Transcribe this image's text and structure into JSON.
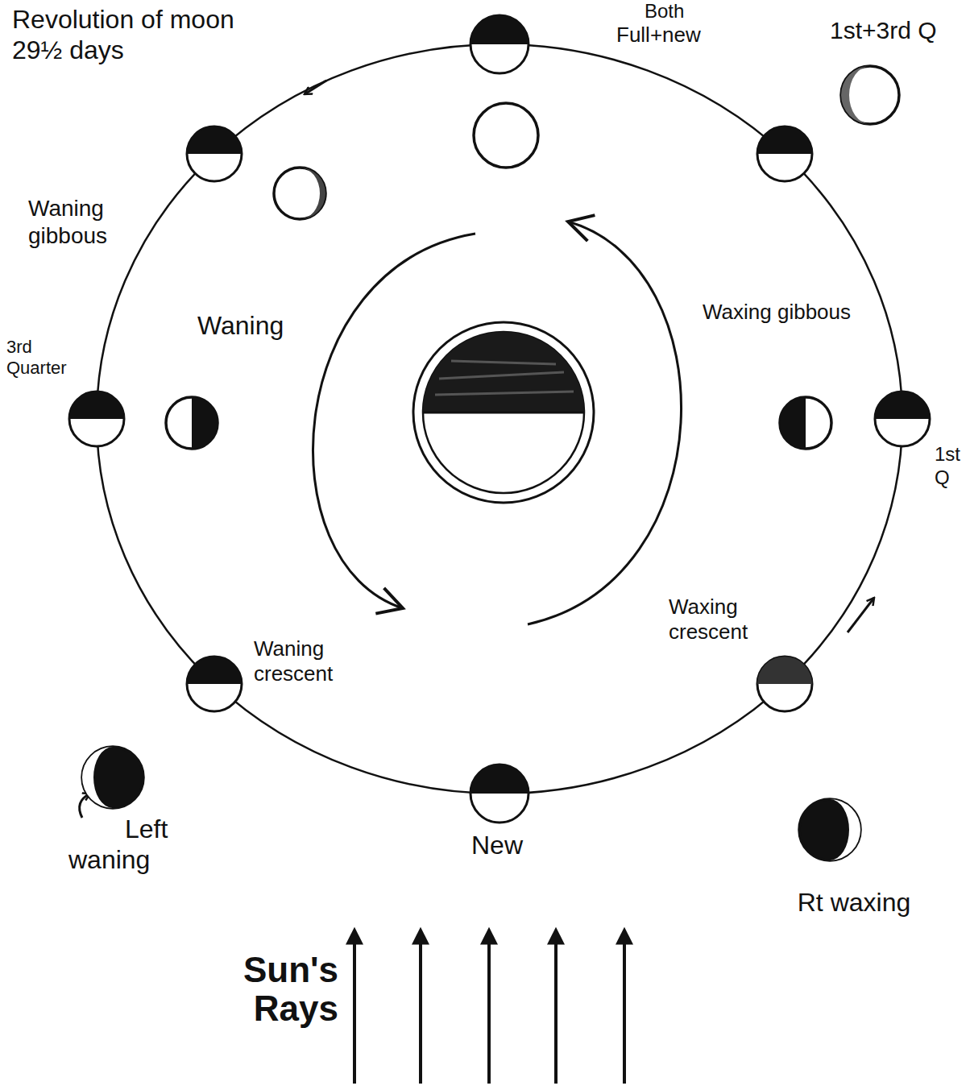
{
  "diagram": {
    "labels": [
      "Revolution of moon 29½ days",
      "Both",
      "Full+new",
      "1st+3rd Q",
      "Waning gibbous",
      "Waning",
      "Waxing gibbous",
      "3rd Quarter",
      "1st Q",
      "Waning crescent",
      "Waxing crescent",
      "Left waning",
      "New",
      "Rt waxing",
      "Sun's Rays"
    ]
  }
}
